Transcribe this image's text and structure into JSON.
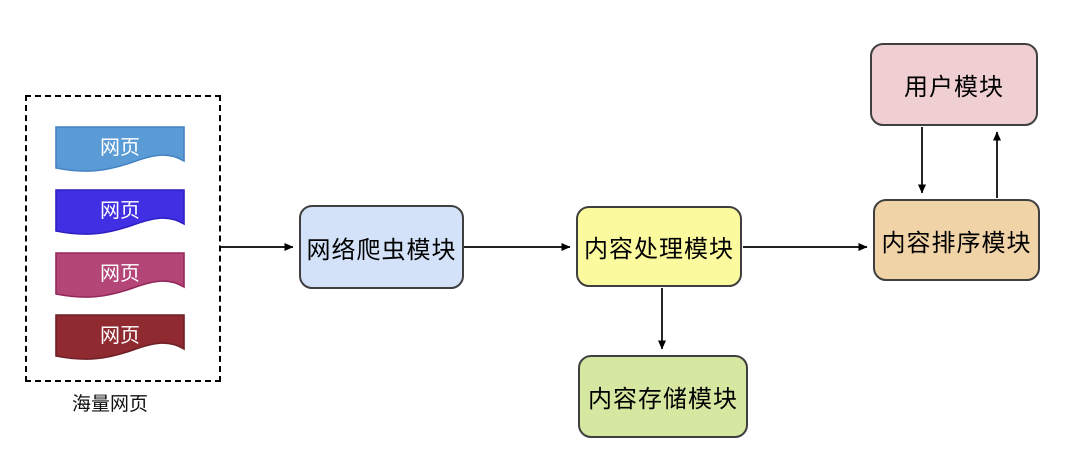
{
  "diagram": {
    "background": "#FFFFFF",
    "source_group": {
      "label": "海量网页",
      "pages": [
        {
          "label": "网页",
          "fill": "#5B9BD5",
          "stroke": "#4583C4"
        },
        {
          "label": "网页",
          "fill": "#4130E3",
          "stroke": "#2E1FC4"
        },
        {
          "label": "网页",
          "fill": "#B34577",
          "stroke": "#93295B"
        },
        {
          "label": "网页",
          "fill": "#8F2A31",
          "stroke": "#6E2026"
        }
      ]
    },
    "nodes": [
      {
        "id": "crawler",
        "label": "网络爬虫模块",
        "fill": "#D3E2F8"
      },
      {
        "id": "processing",
        "label": "内容处理模块",
        "fill": "#FCFA9F"
      },
      {
        "id": "storage",
        "label": "内容存储模块",
        "fill": "#D5E7A0"
      },
      {
        "id": "ranking",
        "label": "内容排序模块",
        "fill": "#F0D3A6"
      },
      {
        "id": "user",
        "label": "用户模块",
        "fill": "#F0CFD2"
      }
    ],
    "edges": [
      {
        "from": "massive-pages",
        "to": "crawler"
      },
      {
        "from": "crawler",
        "to": "processing"
      },
      {
        "from": "processing",
        "to": "ranking"
      },
      {
        "from": "processing",
        "to": "storage"
      },
      {
        "from": "user",
        "to": "ranking"
      },
      {
        "from": "ranking",
        "to": "user"
      }
    ],
    "colors": {
      "node_border": "#3F3F3F",
      "arrow": "#000000"
    }
  }
}
